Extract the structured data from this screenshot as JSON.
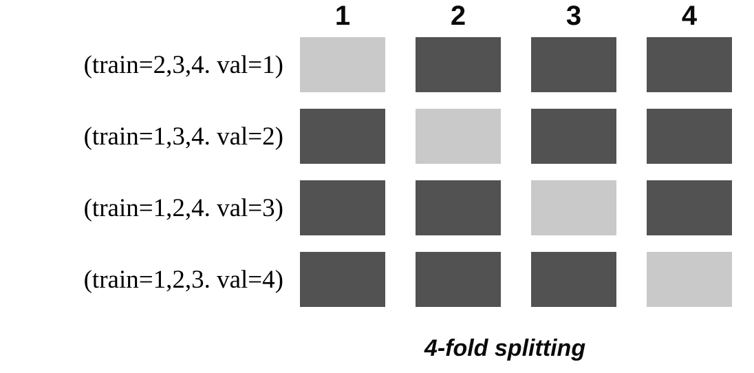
{
  "figure": {
    "fold_headers": [
      "1",
      "2",
      "3",
      "4"
    ],
    "rows": [
      {
        "label": "(train=2,3,4. val=1)",
        "val_fold": "1",
        "cells": [
          "val",
          "train",
          "train",
          "train"
        ]
      },
      {
        "label": "(train=1,3,4. val=2)",
        "val_fold": "2",
        "cells": [
          "train",
          "val",
          "train",
          "train"
        ]
      },
      {
        "label": "(train=1,2,4. val=3)",
        "val_fold": "3",
        "cells": [
          "train",
          "train",
          "val",
          "train"
        ]
      },
      {
        "label": "(train=1,2,3. val=4)",
        "val_fold": "4",
        "cells": [
          "train",
          "train",
          "train",
          "val"
        ]
      }
    ],
    "caption": "4-fold splitting",
    "colors": {
      "train": "#525252",
      "val": "#c9c9c9",
      "text": "#000000",
      "background": "#ffffff"
    }
  }
}
